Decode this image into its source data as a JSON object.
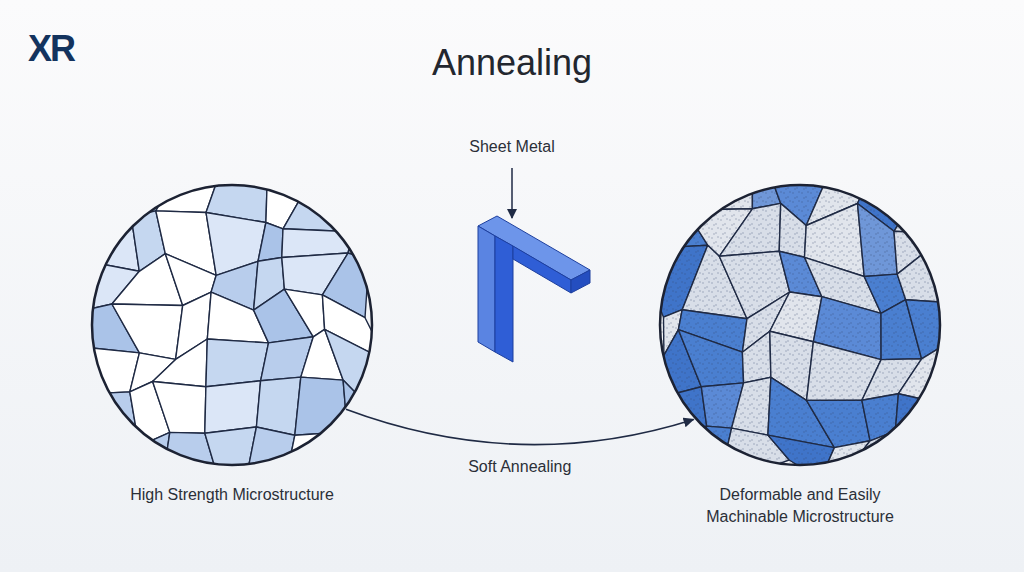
{
  "diagram": {
    "title": "Annealing",
    "nodes": [
      {
        "text": [
          "High Strength Microstructure"
        ]
      },
      {
        "text": [
          "Deformable and Easily Machinable Microstructure"
        ]
      }
    ],
    "edges": [
      {
        "from": 0,
        "to": 1,
        "arrow": "to",
        "label": "Soft Annealing"
      }
    ],
    "labels": [
      "XR",
      "Sheet Metal"
    ]
  }
}
